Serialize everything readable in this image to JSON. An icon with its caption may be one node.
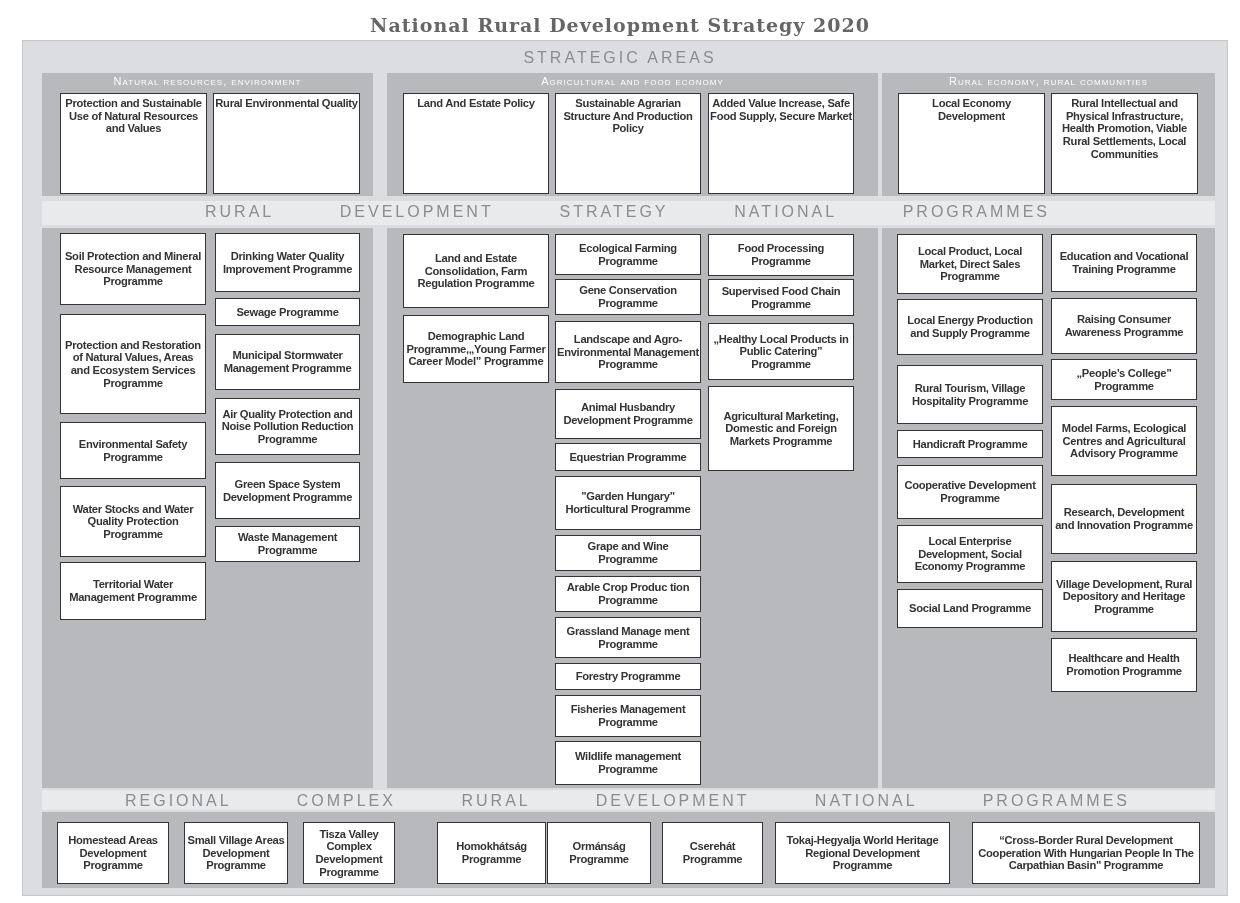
{
  "diagram": {
    "title": "National Rural Development Strategy 2020",
    "nodes": [
      {
        "text": [
          "Natural resources, environment"
        ]
      },
      {
        "text": [
          "Protection and Sustainable Use of Natural Resources and Values"
        ],
        "in": 0
      },
      {
        "text": [
          "Rural Environmental Quality"
        ],
        "in": 0
      },
      {
        "text": [
          "Agricultural and food economy"
        ]
      },
      {
        "text": [
          "Land And Estate Policy"
        ],
        "in": 3
      },
      {
        "text": [
          "Sustainable Agrarian Structure And Production Policy"
        ],
        "in": 3
      },
      {
        "text": [
          "Added Value Increase, Safe Food Supply, Secure Market"
        ],
        "in": 3
      },
      {
        "text": [
          "Rural economy, rural communities"
        ]
      },
      {
        "text": [
          "Local Economy Development"
        ],
        "in": 7
      },
      {
        "text": [
          "Rural Intellectual and Physical Infrastructure, Health Promotion, Viable Rural Settlements, Local Communities"
        ],
        "in": 7
      },
      {
        "text": [],
        "shape": "box"
      },
      {
        "text": [
          "Soil Protection and Mineral Resource Management Programme"
        ],
        "in": 10
      },
      {
        "text": [
          "Protection and Restoration of Natural Values, Areas and Ecosystem Services Programme"
        ],
        "in": 10
      },
      {
        "text": [
          "Environmental Safety Programme"
        ],
        "in": 10
      },
      {
        "text": [
          "Water Stocks and Water Quality Protection Programme"
        ],
        "in": 10
      },
      {
        "text": [
          "Territorial Water Management Programme"
        ],
        "in": 10
      },
      {
        "text": [
          "Drinking Water Quality Improvement Programme"
        ],
        "in": 10
      },
      {
        "text": [
          "Sewage Programme"
        ],
        "in": 10
      },
      {
        "text": [
          "Municipal Stormwater Management Programme"
        ],
        "in": 10
      },
      {
        "text": [
          "Air Quality Protection and Noise Pollution Reduction Programme"
        ],
        "in": 10
      },
      {
        "text": [
          "Green Space System Development Programme"
        ],
        "in": 10
      },
      {
        "text": [
          "Waste Management Programme"
        ],
        "in": 10
      },
      {
        "text": [],
        "shape": "box"
      },
      {
        "text": [
          "Land and Estate Consolidation, Farm Regulation Programme"
        ],
        "in": 22
      },
      {
        "text": [
          "Demographic Land Programme,„Young Farmer Career Model” Programme"
        ],
        "in": 22
      },
      {
        "text": [
          "Ecological Farming Programme"
        ],
        "in": 22
      },
      {
        "text": [
          "Gene Conservation Programme"
        ],
        "in": 22
      },
      {
        "text": [
          "Landscape and Agro-Environmental Management Programme"
        ],
        "in": 22
      },
      {
        "text": [
          "Animal Husbandry Development Programme"
        ],
        "in": 22
      },
      {
        "text": [
          "Equestrian Programme"
        ],
        "in": 22
      },
      {
        "text": [
          "\"Garden Hungary\" Horticultural Programme"
        ],
        "in": 22
      },
      {
        "text": [
          "Grape and Wine Programme"
        ],
        "in": 22
      },
      {
        "text": [
          "Arable Crop Produc tion Programme"
        ],
        "in": 22
      },
      {
        "text": [
          "Grassland Manage ment Programme"
        ],
        "in": 22
      },
      {
        "text": [
          "Forestry Programme"
        ],
        "in": 22
      },
      {
        "text": [
          "Fisheries Management Programme"
        ],
        "in": 22
      },
      {
        "text": [
          "Wildlife management Programme"
        ],
        "in": 22
      },
      {
        "text": [
          "Food Processing Programme"
        ],
        "in": 22
      },
      {
        "text": [
          "Supervised Food Chain Programme"
        ],
        "in": 22
      },
      {
        "text": [
          "„Healthy Local Products in Public Catering” Programme"
        ],
        "in": 22
      },
      {
        "text": [
          "Agricultural Marketing, Domestic and Foreign Markets Programme"
        ],
        "in": 22
      },
      {
        "text": [],
        "shape": "box"
      },
      {
        "text": [
          "Local Product, Local Market, Direct Sales Programme"
        ],
        "in": 41
      },
      {
        "text": [
          "Local Energy Production and Supply Programme"
        ],
        "in": 41
      },
      {
        "text": [
          "Rural Tourism, Village Hospitality Programme"
        ],
        "in": 41
      },
      {
        "text": [
          "Handicraft Programme"
        ],
        "in": 41
      },
      {
        "text": [
          "Cooperative Development Programme"
        ],
        "in": 41
      },
      {
        "text": [
          "Local Enterprise Development, Social Economy Programme"
        ],
        "in": 41
      },
      {
        "text": [
          "Social Land Programme"
        ],
        "in": 41
      },
      {
        "text": [
          "Education and Vocational Training Programme"
        ],
        "in": 41
      },
      {
        "text": [
          "Raising Consumer Awareness Programme"
        ],
        "in": 41
      },
      {
        "text": [
          "„People’s College” Programme"
        ],
        "in": 41
      },
      {
        "text": [
          "Model Farms, Ecological Centres and Agricultural Advisory Programme"
        ],
        "in": 41
      },
      {
        "text": [
          "Research, Development and Innovation Programme"
        ],
        "in": 41
      },
      {
        "text": [
          "Village Development, Rural Depository and Heritage Programme"
        ],
        "in": 41
      },
      {
        "text": [
          "Healthcare and Health Promotion Programme"
        ],
        "in": 41
      },
      {
        "text": [],
        "shape": "box"
      },
      {
        "text": [
          "Homestead Areas Development Programme"
        ],
        "in": 56
      },
      {
        "text": [
          "Small Village Areas Development Programme"
        ],
        "in": 56
      },
      {
        "text": [
          "Tisza Valley Complex Development Programme"
        ],
        "in": 56
      },
      {
        "text": [
          "Homokhátság Programme"
        ],
        "in": 56
      },
      {
        "text": [
          "Ormánság Programme"
        ],
        "in": 56
      },
      {
        "text": [
          "Cserehát Programme"
        ],
        "in": 56
      },
      {
        "text": [
          "Tokaj-Hegyalja World Heritage Regional Development Programme"
        ],
        "in": 56
      },
      {
        "text": [
          "“Cross-Border Rural Development Cooperation With Hungarian People In The Carpathian Basin\" Programme"
        ],
        "in": 56
      }
    ],
    "labels": [
      "STRATEGIC AREAS",
      "RURAL DEVELOPMENT STRATEGY NATIONAL PROGRAMMES",
      "REGIONAL COMPLEX RURAL DEVELOPMENT NATIONAL PROGRAMMES"
    ]
  }
}
